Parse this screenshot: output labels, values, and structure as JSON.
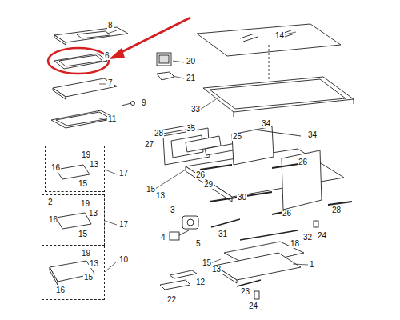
{
  "diagram": {
    "nodes": [
      {
        "text": [
          "19",
          "13",
          "16",
          "15"
        ]
      },
      {
        "text": [
          "2",
          "19",
          "13",
          "16",
          "15"
        ]
      },
      {
        "text": [
          "19",
          "13",
          "15",
          "16"
        ]
      }
    ],
    "labels": [
      "8",
      "6",
      "20",
      "14",
      "21",
      "7",
      "9",
      "33",
      "11",
      "35",
      "28",
      "34",
      "27",
      "25",
      "34",
      "26",
      "17",
      "26",
      "29",
      "15",
      "13",
      "30",
      "28",
      "3",
      "26",
      "17",
      "31",
      "24",
      "4",
      "32",
      "18",
      "5",
      "10",
      "15",
      "1",
      "13",
      "12",
      "23",
      "22",
      "24"
    ]
  }
}
